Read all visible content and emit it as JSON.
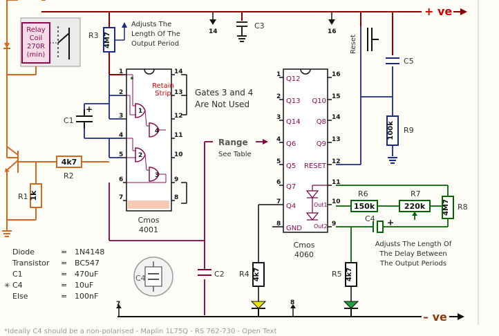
{
  "rails": {
    "positive": "+ ve",
    "negative": "– ve"
  },
  "notes": {
    "r3_note": [
      "Adjusts The",
      "Length Of  The",
      "Output Period"
    ],
    "gates_note": [
      "Gates 3 and 4",
      "Are Not Used"
    ],
    "range_label": "Range",
    "range_sub": "See Table",
    "r7_note": [
      "Adjusts The Length Of",
      "The Delay Between",
      "The Output Periods"
    ],
    "footer": "*Ideally C4 should be a non-polarised - Maplin 1L75Q - RS 762-730 - Open Text"
  },
  "relay": {
    "lines": [
      "Relay",
      "Coil",
      "270R",
      "(min)"
    ]
  },
  "components": {
    "R1": {
      "ref": "R1",
      "value": "1k"
    },
    "R2": {
      "ref": "R2",
      "value": "4k7"
    },
    "R3": {
      "ref": "R3",
      "value": "4M7"
    },
    "R4": {
      "ref": "R4",
      "value": "4k7"
    },
    "R5": {
      "ref": "R5",
      "value": "4k7"
    },
    "R6": {
      "ref": "R6",
      "value": "150k"
    },
    "R7": {
      "ref": "R7",
      "value": "220k"
    },
    "R8": {
      "ref": "R8",
      "value": "4M7"
    },
    "R9": {
      "ref": "R9",
      "value": "100k"
    },
    "C1": "C1",
    "C2": "C2",
    "C3": "C3",
    "C4": "C4",
    "C5": "C5",
    "reset": "Reset"
  },
  "ic1": {
    "name": "Cmos",
    "part": "4001",
    "retain": [
      "Retain",
      "Strip"
    ],
    "pins_left": [
      "1",
      "2",
      "3",
      "4",
      "5",
      "6",
      "7"
    ],
    "pins_right": [
      "14",
      "13",
      "12",
      "11",
      "10",
      "9",
      "8"
    ],
    "gates": [
      "1",
      "2",
      "3",
      "4"
    ]
  },
  "ic2": {
    "name": "Cmos",
    "part": "4060",
    "pins_left": [
      "1",
      "2",
      "3",
      "4",
      "5",
      "6",
      "7",
      "8"
    ],
    "labels_left": [
      "Q12",
      "Q13",
      "Q14",
      "Q6",
      "Q5",
      "Q7",
      "Q4",
      "GND"
    ],
    "pins_right": [
      "16",
      "15",
      "14",
      "13",
      "12",
      "11",
      "10",
      "9"
    ],
    "labels_right": [
      "",
      "Q10",
      "Q8",
      "Q9",
      "RESET",
      "",
      "",
      ""
    ],
    "out_labels": [
      "Out1",
      "Out2"
    ]
  },
  "pin_refs": {
    "p14": "14",
    "p16": "16",
    "p7": "7",
    "p8": "8"
  },
  "parts_list": [
    {
      "name": "Diode",
      "value": "1N4148"
    },
    {
      "name": "Transistor",
      "value": "BC547"
    },
    {
      "name": "C1",
      "value": "470uF"
    },
    {
      "name": "C4",
      "value": "10uF",
      "mark": "✳"
    },
    {
      "name": "Else",
      "value": "100nF"
    }
  ],
  "colors": {
    "positive_wire": "#8b0000",
    "orange_wire": "#d2691e",
    "green_wire": "#006400",
    "blue_wire": "#1a2a8c",
    "purple_wire": "#800040",
    "led_yellow": "#e6e600",
    "led_green": "#1fa03a"
  }
}
